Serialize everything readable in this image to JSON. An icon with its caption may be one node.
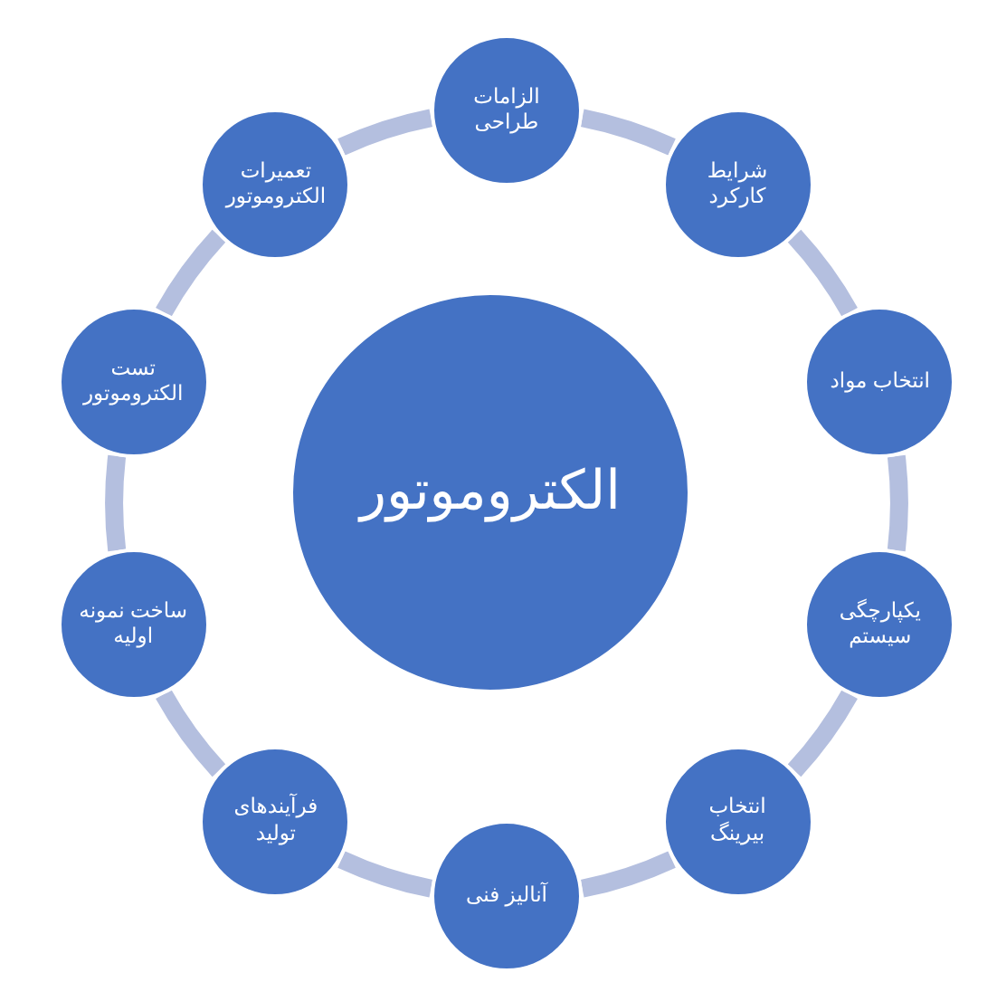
{
  "diagram": {
    "nodes": [
      {
        "text": [
          "الکتروموتور"
        ]
      },
      {
        "text": [
          "الزامات طراحی"
        ]
      },
      {
        "text": [
          "شرایط کارکرد"
        ]
      },
      {
        "text": [
          "انتخاب مواد"
        ]
      },
      {
        "text": [
          "یکپارچگی سیستم"
        ]
      },
      {
        "text": [
          "انتخاب بیرینگ"
        ]
      },
      {
        "text": [
          "آنالیز فنی"
        ]
      },
      {
        "text": [
          "فرآیندهای تولید"
        ]
      },
      {
        "text": [
          "ساخت نمونه اولیه"
        ]
      },
      {
        "text": [
          "تست الکتروموتور"
        ]
      },
      {
        "text": [
          "تعمیرات الکتروموتور"
        ]
      }
    ],
    "edges": [
      {
        "from": 1,
        "to": 2,
        "arrow": "none"
      },
      {
        "from": 2,
        "to": 3,
        "arrow": "none"
      },
      {
        "from": 3,
        "to": 4,
        "arrow": "none"
      },
      {
        "from": 4,
        "to": 5,
        "arrow": "none"
      },
      {
        "from": 5,
        "to": 6,
        "arrow": "none"
      },
      {
        "from": 6,
        "to": 7,
        "arrow": "none"
      },
      {
        "from": 7,
        "to": 8,
        "arrow": "none"
      },
      {
        "from": 8,
        "to": 9,
        "arrow": "none"
      },
      {
        "from": 9,
        "to": 10,
        "arrow": "none"
      },
      {
        "from": 10,
        "to": 1,
        "arrow": "none"
      }
    ]
  }
}
